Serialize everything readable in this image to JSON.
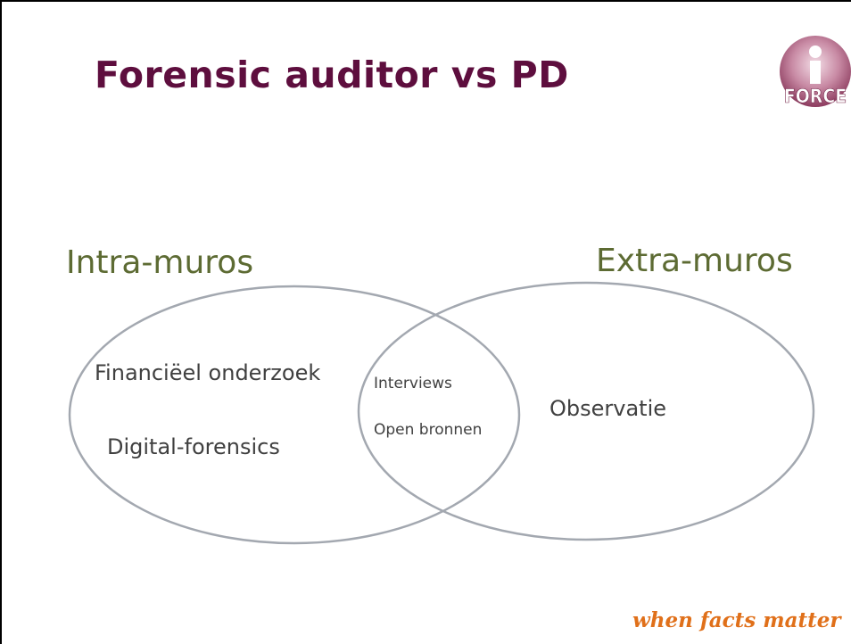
{
  "title": "Forensic auditor vs PD",
  "logo": {
    "text": "FORCE",
    "icon": "i-force-logo"
  },
  "venn": {
    "left": {
      "label": "Intra-muros",
      "items": [
        "Financiëel onderzoek",
        "Digital-forensics"
      ]
    },
    "right": {
      "label": "Extra-muros",
      "items": [
        "Observatie"
      ]
    },
    "overlap": {
      "items": [
        "Interviews",
        "Open bronnen"
      ]
    }
  },
  "tagline": "when facts matter",
  "colors": {
    "title": "#5e0e3e",
    "set_label": "#5d6b33",
    "ellipse_stroke": "#a3a8b0",
    "item_text": "#404040",
    "tagline": "#e0701a",
    "logo": "#9c4a6c"
  }
}
